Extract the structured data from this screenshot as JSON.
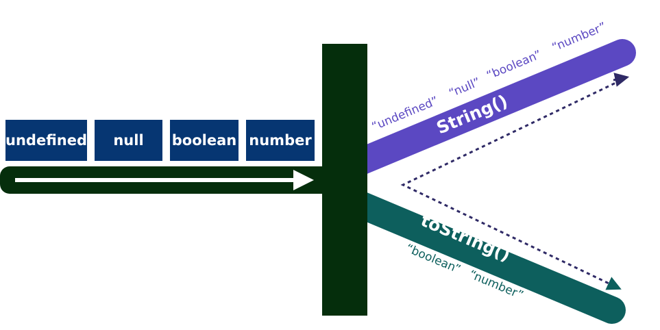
{
  "colors": {
    "type_box": "#063672",
    "pipe": "#052e0c",
    "string_band": "#5b48c2",
    "tostring_band": "#0d5f5d",
    "string_dash": "#2f2a66",
    "tostring_dash": "#0d5f5d",
    "arrow": "#ffffff"
  },
  "input_types": [
    "undefined",
    "null",
    "boolean",
    "number"
  ],
  "methods": {
    "string": {
      "label": "String()",
      "outputs": [
        "“undefined”",
        "“null”",
        "“boolean”",
        "“number”"
      ]
    },
    "tostring": {
      "label": "toString()",
      "outputs": [
        "“boolean”",
        "“number”"
      ]
    }
  }
}
